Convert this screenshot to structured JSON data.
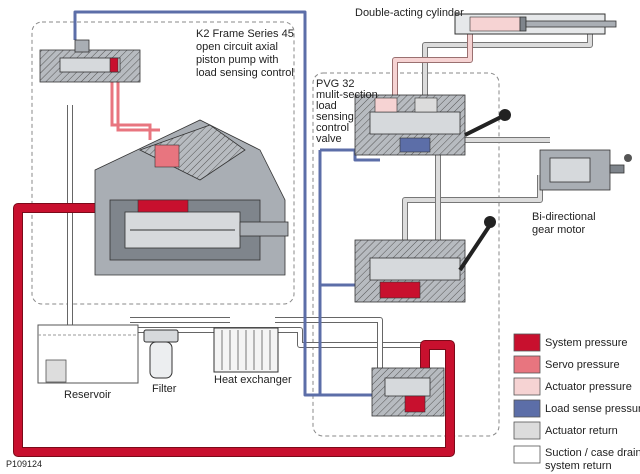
{
  "header": {
    "cylinder_label": "Double-acting cylinder"
  },
  "pump": {
    "label_lines": [
      "K2 Frame Series 45",
      "open circuit axial",
      "piston pump with",
      "load sensing control"
    ]
  },
  "valve": {
    "label_lines": [
      "PVG 32",
      "mulit-section",
      "load",
      "sensing",
      "control",
      "valve"
    ]
  },
  "motor": {
    "label_lines": [
      "Bi-directional",
      "gear motor"
    ]
  },
  "components": {
    "reservoir": "Reservoir",
    "filter": "Filter",
    "heat_exchanger": "Heat exchanger"
  },
  "figure_id": "P109124",
  "legend": [
    {
      "label": "System pressure",
      "color": "#c8102e"
    },
    {
      "label": "Servo pressure",
      "color": "#e8757f"
    },
    {
      "label": "Actuator pressure",
      "color": "#f6d3d3"
    },
    {
      "label": "Load sense pressure",
      "color": "#5c6ea8"
    },
    {
      "label": "Actuator return",
      "color": "#dcdcdc"
    },
    {
      "label": "Suction / case drain /",
      "label2": "system return",
      "color": "#ffffff"
    }
  ]
}
